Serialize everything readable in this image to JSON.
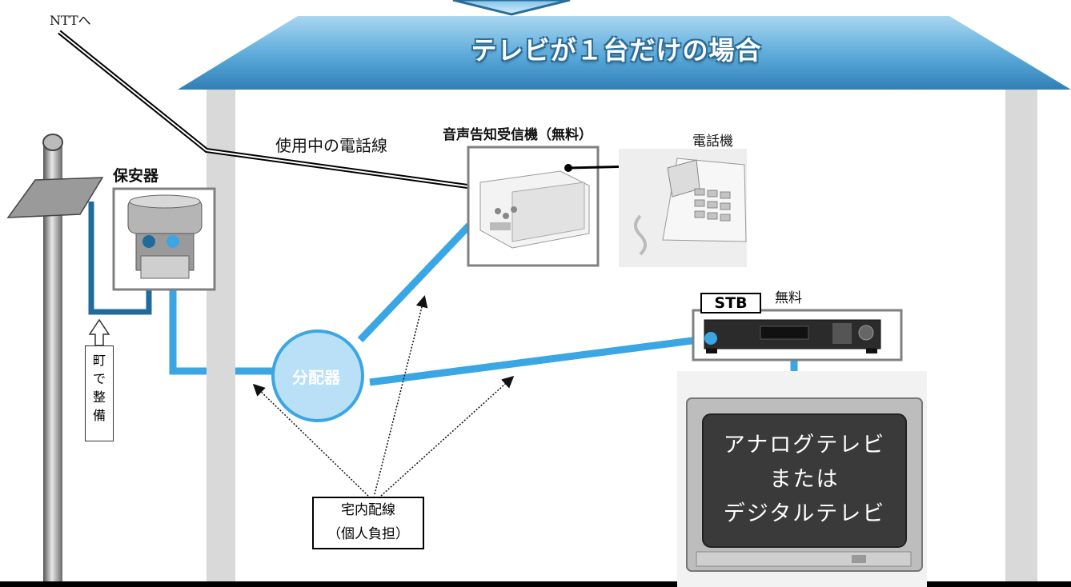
{
  "title": "テレビが１台だけの場合",
  "labels": {
    "ntt": "NTTへ",
    "phone_line_in_use": "使用中の電話線",
    "receiver": "音声告知受信機（無料）",
    "telephone": "電話機",
    "protector": "保安器",
    "splitter": "分配器",
    "stb": "STB",
    "stb_free": "無料",
    "town_maintained": [
      "町",
      "で",
      "整",
      "備"
    ],
    "indoor_wiring": "宅内配線",
    "indoor_wiring_note": "（個人負担）",
    "tv_lines": [
      "アナログテレビ",
      "または",
      "デジタルテレビ"
    ]
  },
  "colors": {
    "cable": "#3aa6e3",
    "drop_cable": "#1f6b9c",
    "roof": "#4b9fd1",
    "splitter_fill": "#b9e0f7",
    "wall": "#d9d9d9"
  }
}
